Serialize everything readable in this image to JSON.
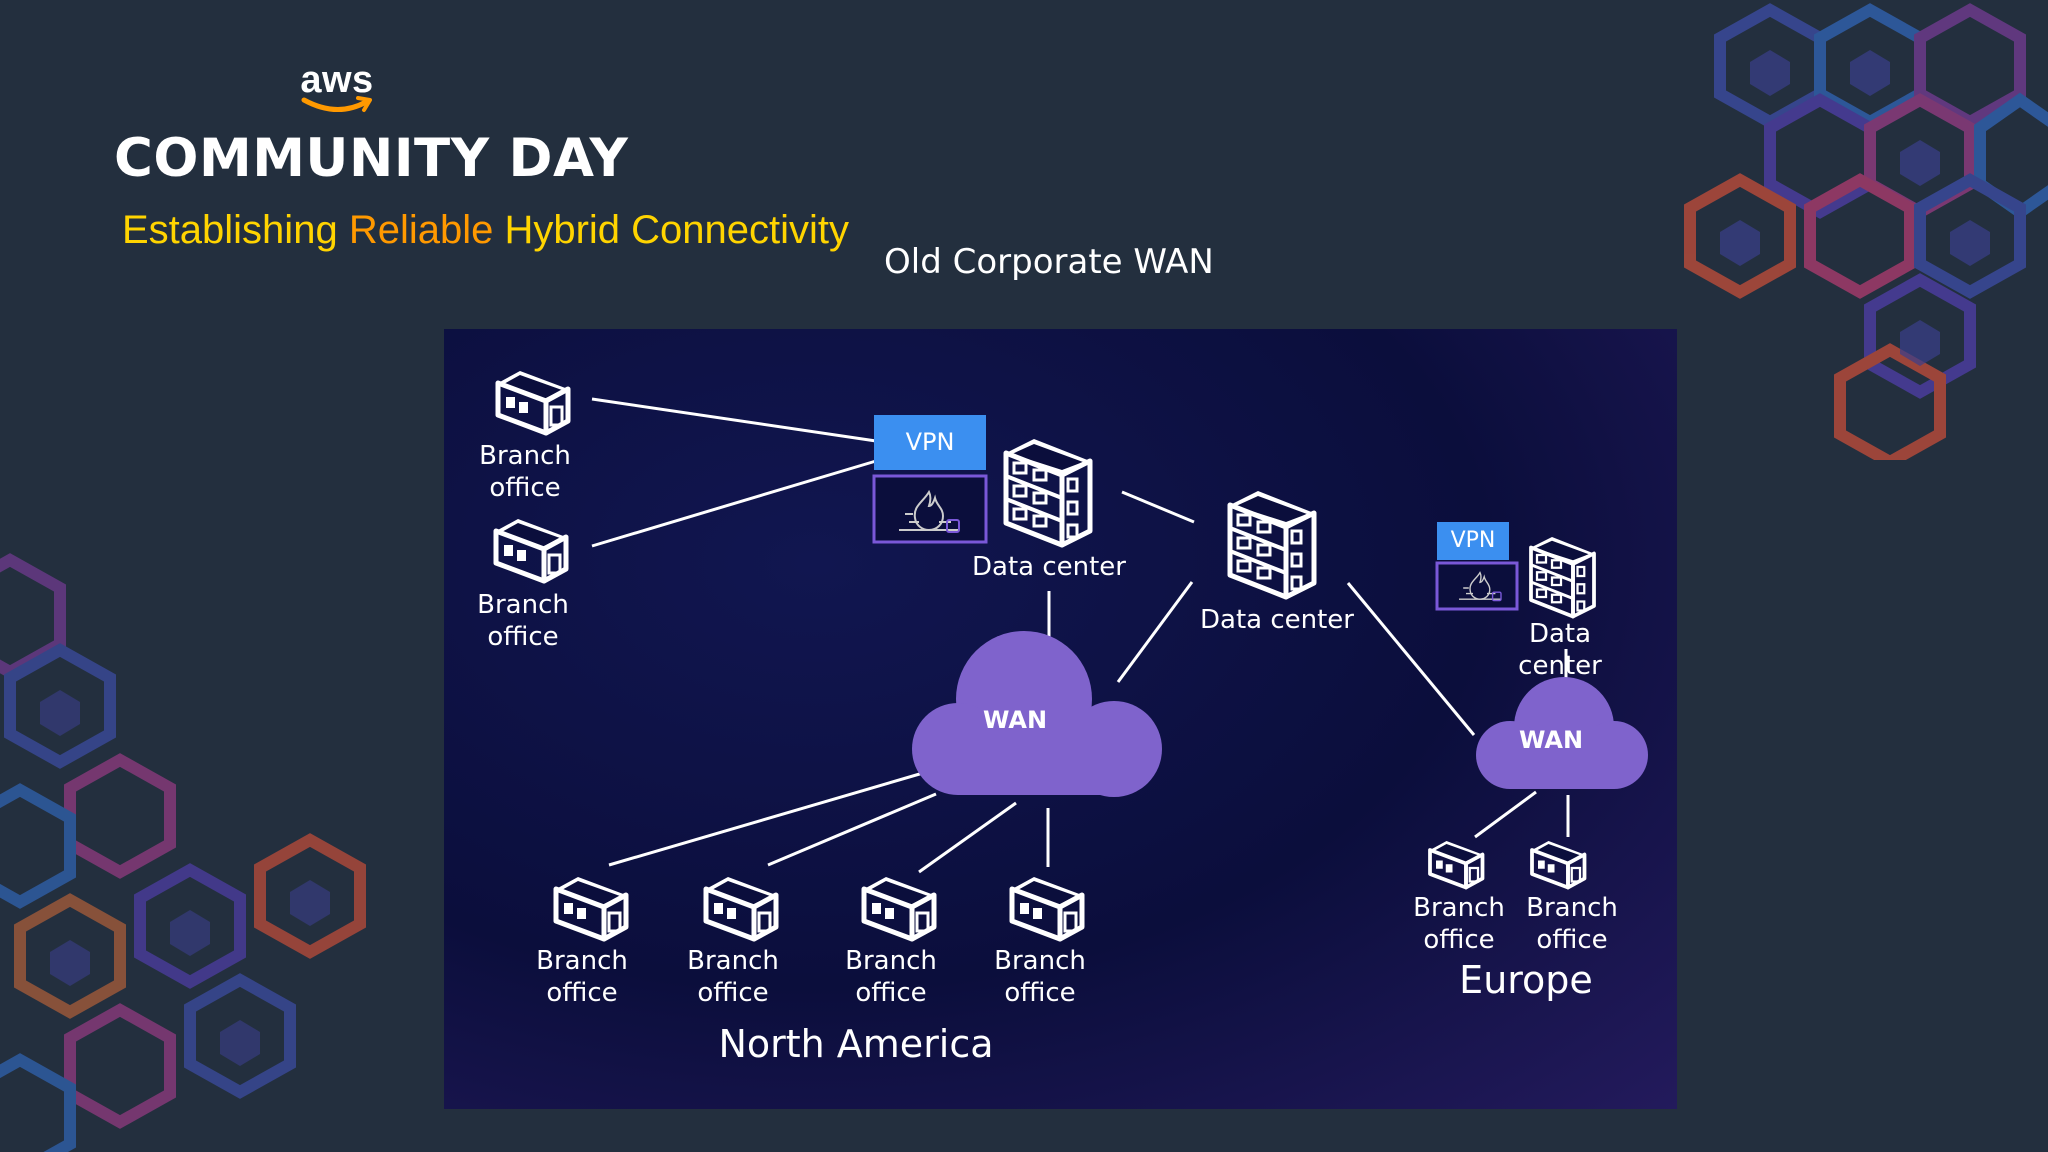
{
  "header": {
    "logo_text": "aws",
    "event_title": "COMMUNITY DAY",
    "subtitle_parts": [
      "Establishing",
      "Reliable",
      "Hybrid Connectivity"
    ],
    "slide_heading": "Old Corporate WAN"
  },
  "colors": {
    "background": "#232f3e",
    "subtitle": "#ffd400",
    "subtitle_accent": "#ff9900",
    "vpn": "#3b8ff0",
    "wan_cloud": "#7f63cc",
    "firewall_border": "#7a58d8"
  },
  "diagram": {
    "vpn_label": "VPN",
    "wan_label": "WAN",
    "data_center_label": "Data center",
    "branch_label": "Branch\noffice",
    "regions": {
      "north_america": "North America",
      "europe": "Europe"
    }
  }
}
